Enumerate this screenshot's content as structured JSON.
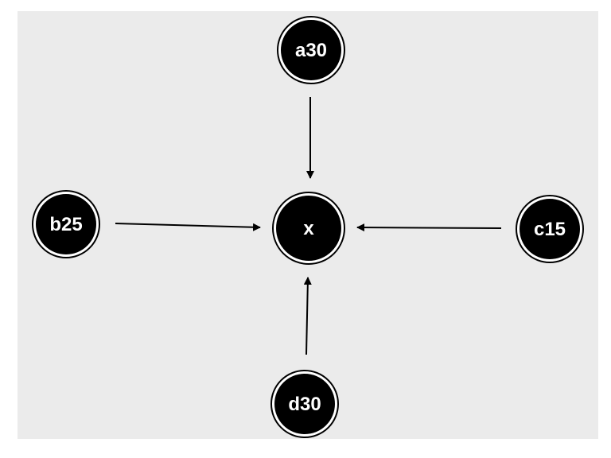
{
  "diagram": {
    "background": "#ebebeb",
    "node_fill": "#000000",
    "node_text_color": "#ffffff",
    "edge_color": "#000000",
    "nodes": [
      {
        "id": "a30",
        "label": "a30"
      },
      {
        "id": "b25",
        "label": "b25"
      },
      {
        "id": "c15",
        "label": "c15"
      },
      {
        "id": "d30",
        "label": "d30"
      },
      {
        "id": "x",
        "label": "x"
      }
    ],
    "edges": [
      {
        "from": "a30",
        "to": "x"
      },
      {
        "from": "b25",
        "to": "x"
      },
      {
        "from": "c15",
        "to": "x"
      },
      {
        "from": "d30",
        "to": "x"
      }
    ]
  }
}
